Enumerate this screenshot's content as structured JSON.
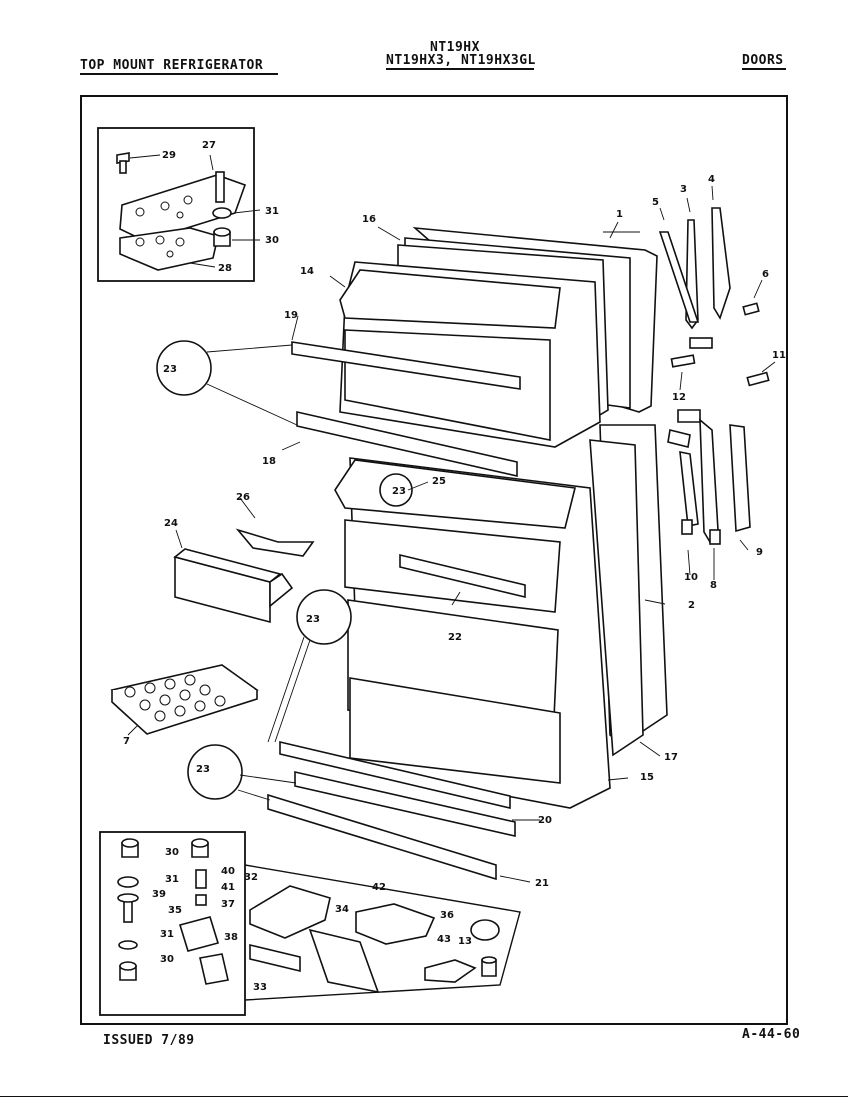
{
  "header": {
    "left_title": "TOP MOUNT REFRIGERATOR",
    "model_line1": "NT19HX",
    "model_line2": "NT19HX3, NT19HX3GL",
    "section": "DOORS"
  },
  "footer": {
    "issued": "ISSUED 7/89",
    "page_code": "A-44-60"
  },
  "callouts": [
    "1",
    "2",
    "3",
    "4",
    "5",
    "6",
    "7",
    "8",
    "9",
    "10",
    "11",
    "12",
    "13",
    "14",
    "15",
    "16",
    "17",
    "18",
    "19",
    "20",
    "21",
    "22",
    "23",
    "23",
    "23",
    "23",
    "24",
    "25",
    "26",
    "27",
    "28",
    "29",
    "30",
    "30",
    "30",
    "31",
    "31",
    "31",
    "32",
    "33",
    "34",
    "35",
    "36",
    "37",
    "38",
    "39",
    "40",
    "41",
    "42",
    "43"
  ]
}
